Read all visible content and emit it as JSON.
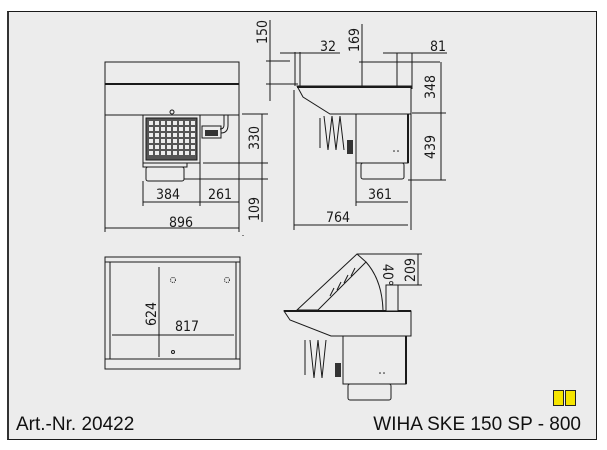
{
  "footer": {
    "article_number": "Art.-Nr. 20422",
    "model_name": "WIHA SKE 150 SP - 800"
  },
  "badge": {
    "icon": "double-door-icon",
    "color": "#f5e400"
  },
  "views": {
    "front": {
      "dims": {
        "width_total": "896",
        "left_part": "384",
        "right_part": "261",
        "unit_height": "330",
        "tray_height": "109"
      }
    },
    "side": {
      "dims": {
        "top_gap": "150",
        "front_lip": "32",
        "depth_to_unit": "169",
        "rear_offset": "81",
        "upper_height": "348",
        "lower_height": "439",
        "unit_depth": "361",
        "total_depth": "764"
      }
    },
    "top": {
      "dims": {
        "depth": "624",
        "width": "817"
      }
    },
    "side_open": {
      "dims": {
        "lid_angle": "40°",
        "lid_rise": "209"
      }
    }
  },
  "colors": {
    "background": "#ececec",
    "line": "#1a1a1a",
    "badge": "#f5e400"
  }
}
